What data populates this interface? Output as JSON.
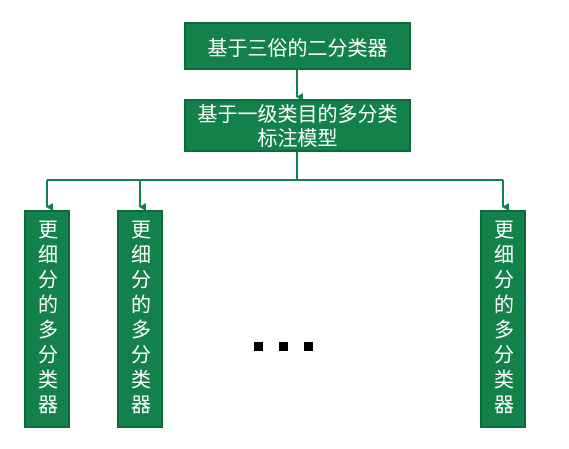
{
  "nodes": {
    "top": "基于三俗的二分类器",
    "middle": [
      "基于一级类目的多分类",
      "标注模型"
    ],
    "leaves": [
      "更细分的多分类器",
      "更细分的多分类器",
      "更细分的多分类器"
    ]
  },
  "ellipsis": "...",
  "colors": {
    "box_fill": "#12824a",
    "box_border": "#0b6b3a",
    "connector": "#12824a",
    "text": "#ffffff"
  }
}
